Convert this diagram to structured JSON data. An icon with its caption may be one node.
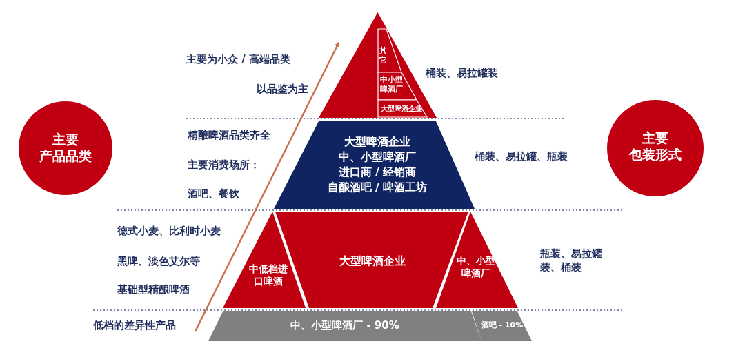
{
  "diagram": {
    "nodes": [
      {
        "text": [
          "主要",
          "产品品类"
        ]
      },
      {
        "text": [
          "主要",
          "包装形式"
        ]
      },
      {
        "text": [],
        "shape": "triangle"
      },
      {
        "text": [
          "其它"
        ],
        "in": 2
      },
      {
        "text": [
          "中小型啤酒厂"
        ],
        "in": 2
      },
      {
        "text": [
          "大型啤酒企业"
        ],
        "in": 2
      },
      {
        "text": [
          "大型啤酒企业",
          "中、小型啤酒厂",
          "进口商 / 经销商",
          "自酿酒吧 / 啤酒工坊"
        ]
      },
      {
        "text": [
          "中低档进口啤酒"
        ]
      },
      {
        "text": [
          "大型啤酒企业"
        ]
      },
      {
        "text": [
          "中、小型啤酒厂"
        ]
      },
      {
        "text": [
          "中、小型啤酒厂 - 90%"
        ]
      },
      {
        "text": [
          "酒吧 - 10%"
        ]
      }
    ],
    "labels": [
      "主要为小众 / 高端品类",
      "以品鉴为主",
      "桶装、易拉罐装",
      "精酿啤酒品类齐全",
      "主要消费场所：",
      "酒吧、餐饮",
      "桶装、易拉罐、瓶装",
      "德式小麦、比利时小麦",
      "黑啤、淡色艾尔等",
      "基础型精酿啤酒",
      "瓶装、易拉罐装、桶装",
      "低档的差异性产品"
    ]
  }
}
